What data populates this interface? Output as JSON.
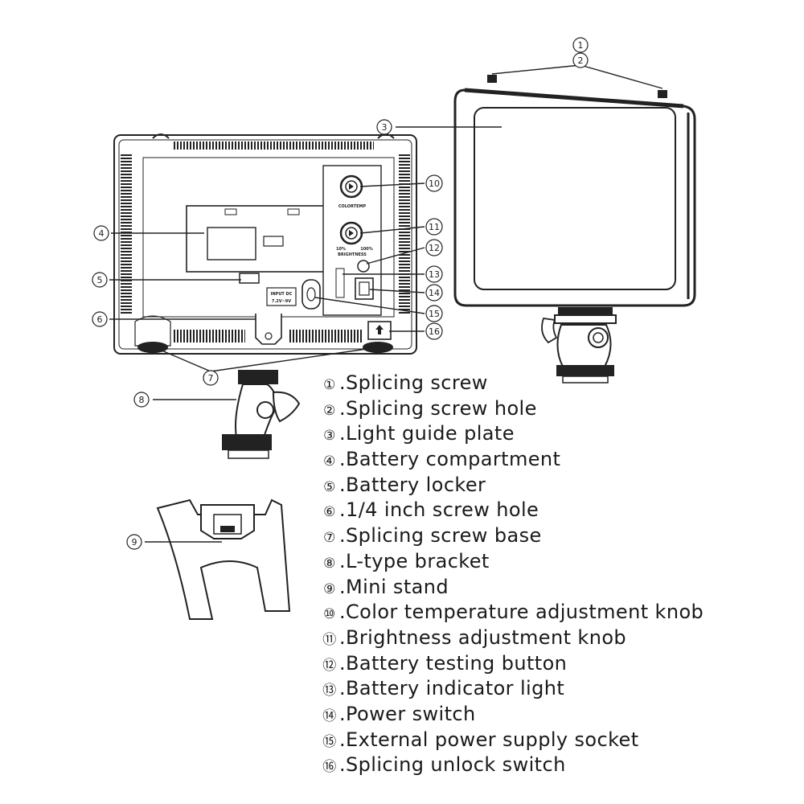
{
  "callouts": {
    "c1": "1",
    "c2": "2",
    "c3": "3",
    "c4": "4",
    "c5": "5",
    "c6": "6",
    "c7": "7",
    "c8": "8",
    "c9": "9",
    "c10": "10",
    "c11": "11",
    "c12": "12",
    "c13": "13",
    "c14": "14",
    "c15": "15",
    "c16": "16"
  },
  "panel_labels": {
    "color_temp": "COLORTEMP",
    "brightness": "BRIGHTNESS",
    "input_line1": "INPUT DC",
    "input_line2": "7.2V~9V",
    "pct_low": "10%",
    "pct_high": "100%"
  },
  "legend": [
    {
      "mark": "①",
      "text": ".Splicing screw"
    },
    {
      "mark": "②",
      "text": ".Splicing screw hole"
    },
    {
      "mark": "③",
      "text": ".Light guide plate"
    },
    {
      "mark": "④",
      "text": ".Battery compartment"
    },
    {
      "mark": "⑤",
      "text": ".Battery locker"
    },
    {
      "mark": "⑥",
      "text": ".1/4 inch screw hole"
    },
    {
      "mark": "⑦",
      "text": ".Splicing screw base"
    },
    {
      "mark": "⑧",
      "text": ".L-type  bracket"
    },
    {
      "mark": "⑨",
      "text": ".Mini stand"
    },
    {
      "mark": "⑩",
      "text": ".Color temperature adjustment knob"
    },
    {
      "mark": "⑪",
      "text": ".Brightness adjustment knob"
    },
    {
      "mark": "⑫",
      "text": ".Battery testing button"
    },
    {
      "mark": "⑬",
      "text": ".Battery indicator light"
    },
    {
      "mark": "⑭",
      "text": ".Power switch"
    },
    {
      "mark": "⑮",
      "text": ".External power supply socket"
    },
    {
      "mark": "⑯",
      "text": ".Splicing unlock switch"
    }
  ]
}
